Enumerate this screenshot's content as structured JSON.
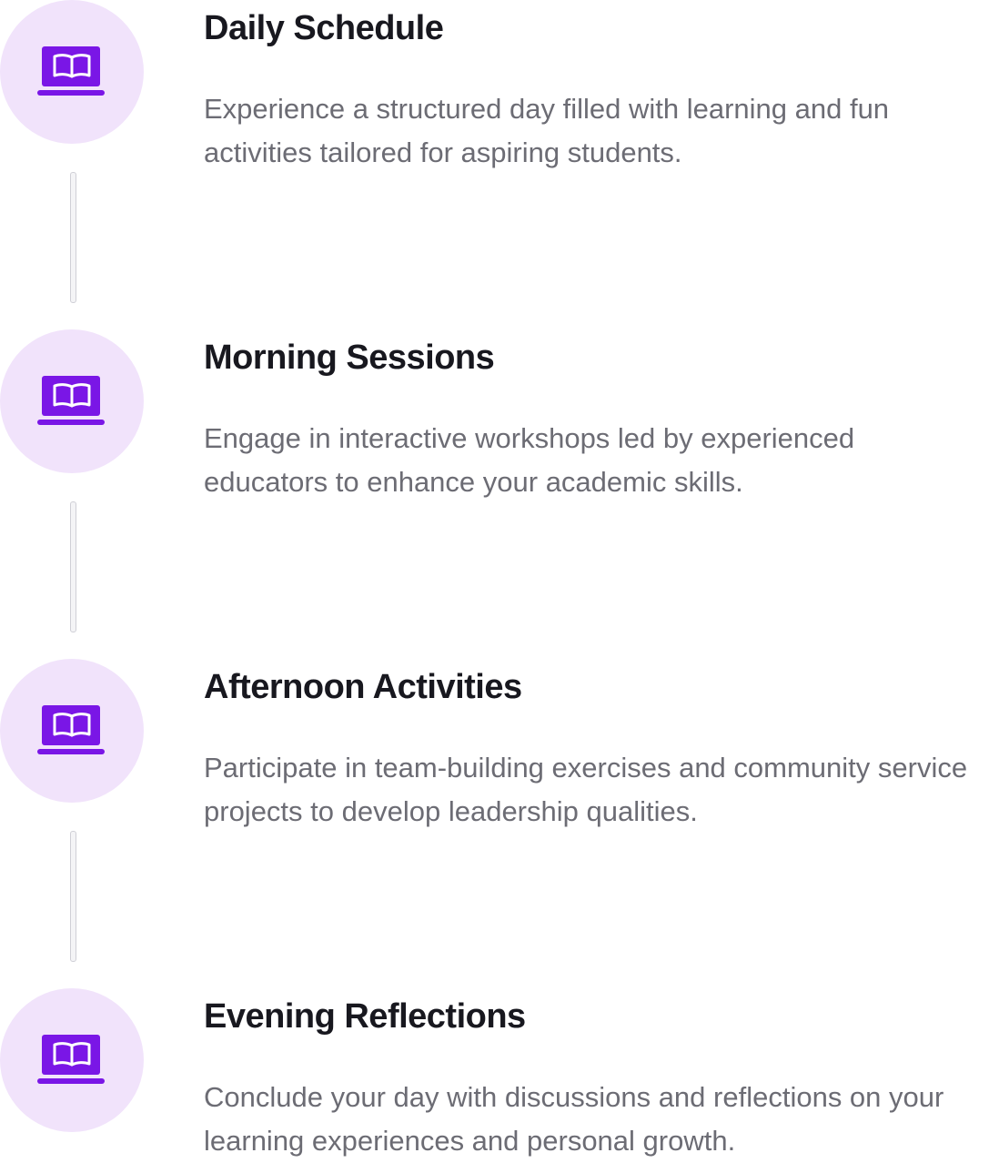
{
  "colors": {
    "icon_bg": "#f1e3fb",
    "icon": "#7a16e6",
    "title": "#18181f",
    "description": "#6c6c74",
    "connector": "#cfcfd6"
  },
  "steps": [
    {
      "icon": "laptop-book-icon",
      "title": "Daily Schedule",
      "description": "Experience a structured day filled with learning and fun activities tailored for aspiring students."
    },
    {
      "icon": "laptop-book-icon",
      "title": "Morning Sessions",
      "description": "Engage in interactive workshops led by experienced educators to enhance your academic skills."
    },
    {
      "icon": "laptop-book-icon",
      "title": "Afternoon Activities",
      "description": "Participate in team-building exercises and community service projects to develop leadership qualities."
    },
    {
      "icon": "laptop-book-icon",
      "title": "Evening Reflections",
      "description": "Conclude your day with discussions and reflections on your learning experiences and personal growth."
    }
  ]
}
